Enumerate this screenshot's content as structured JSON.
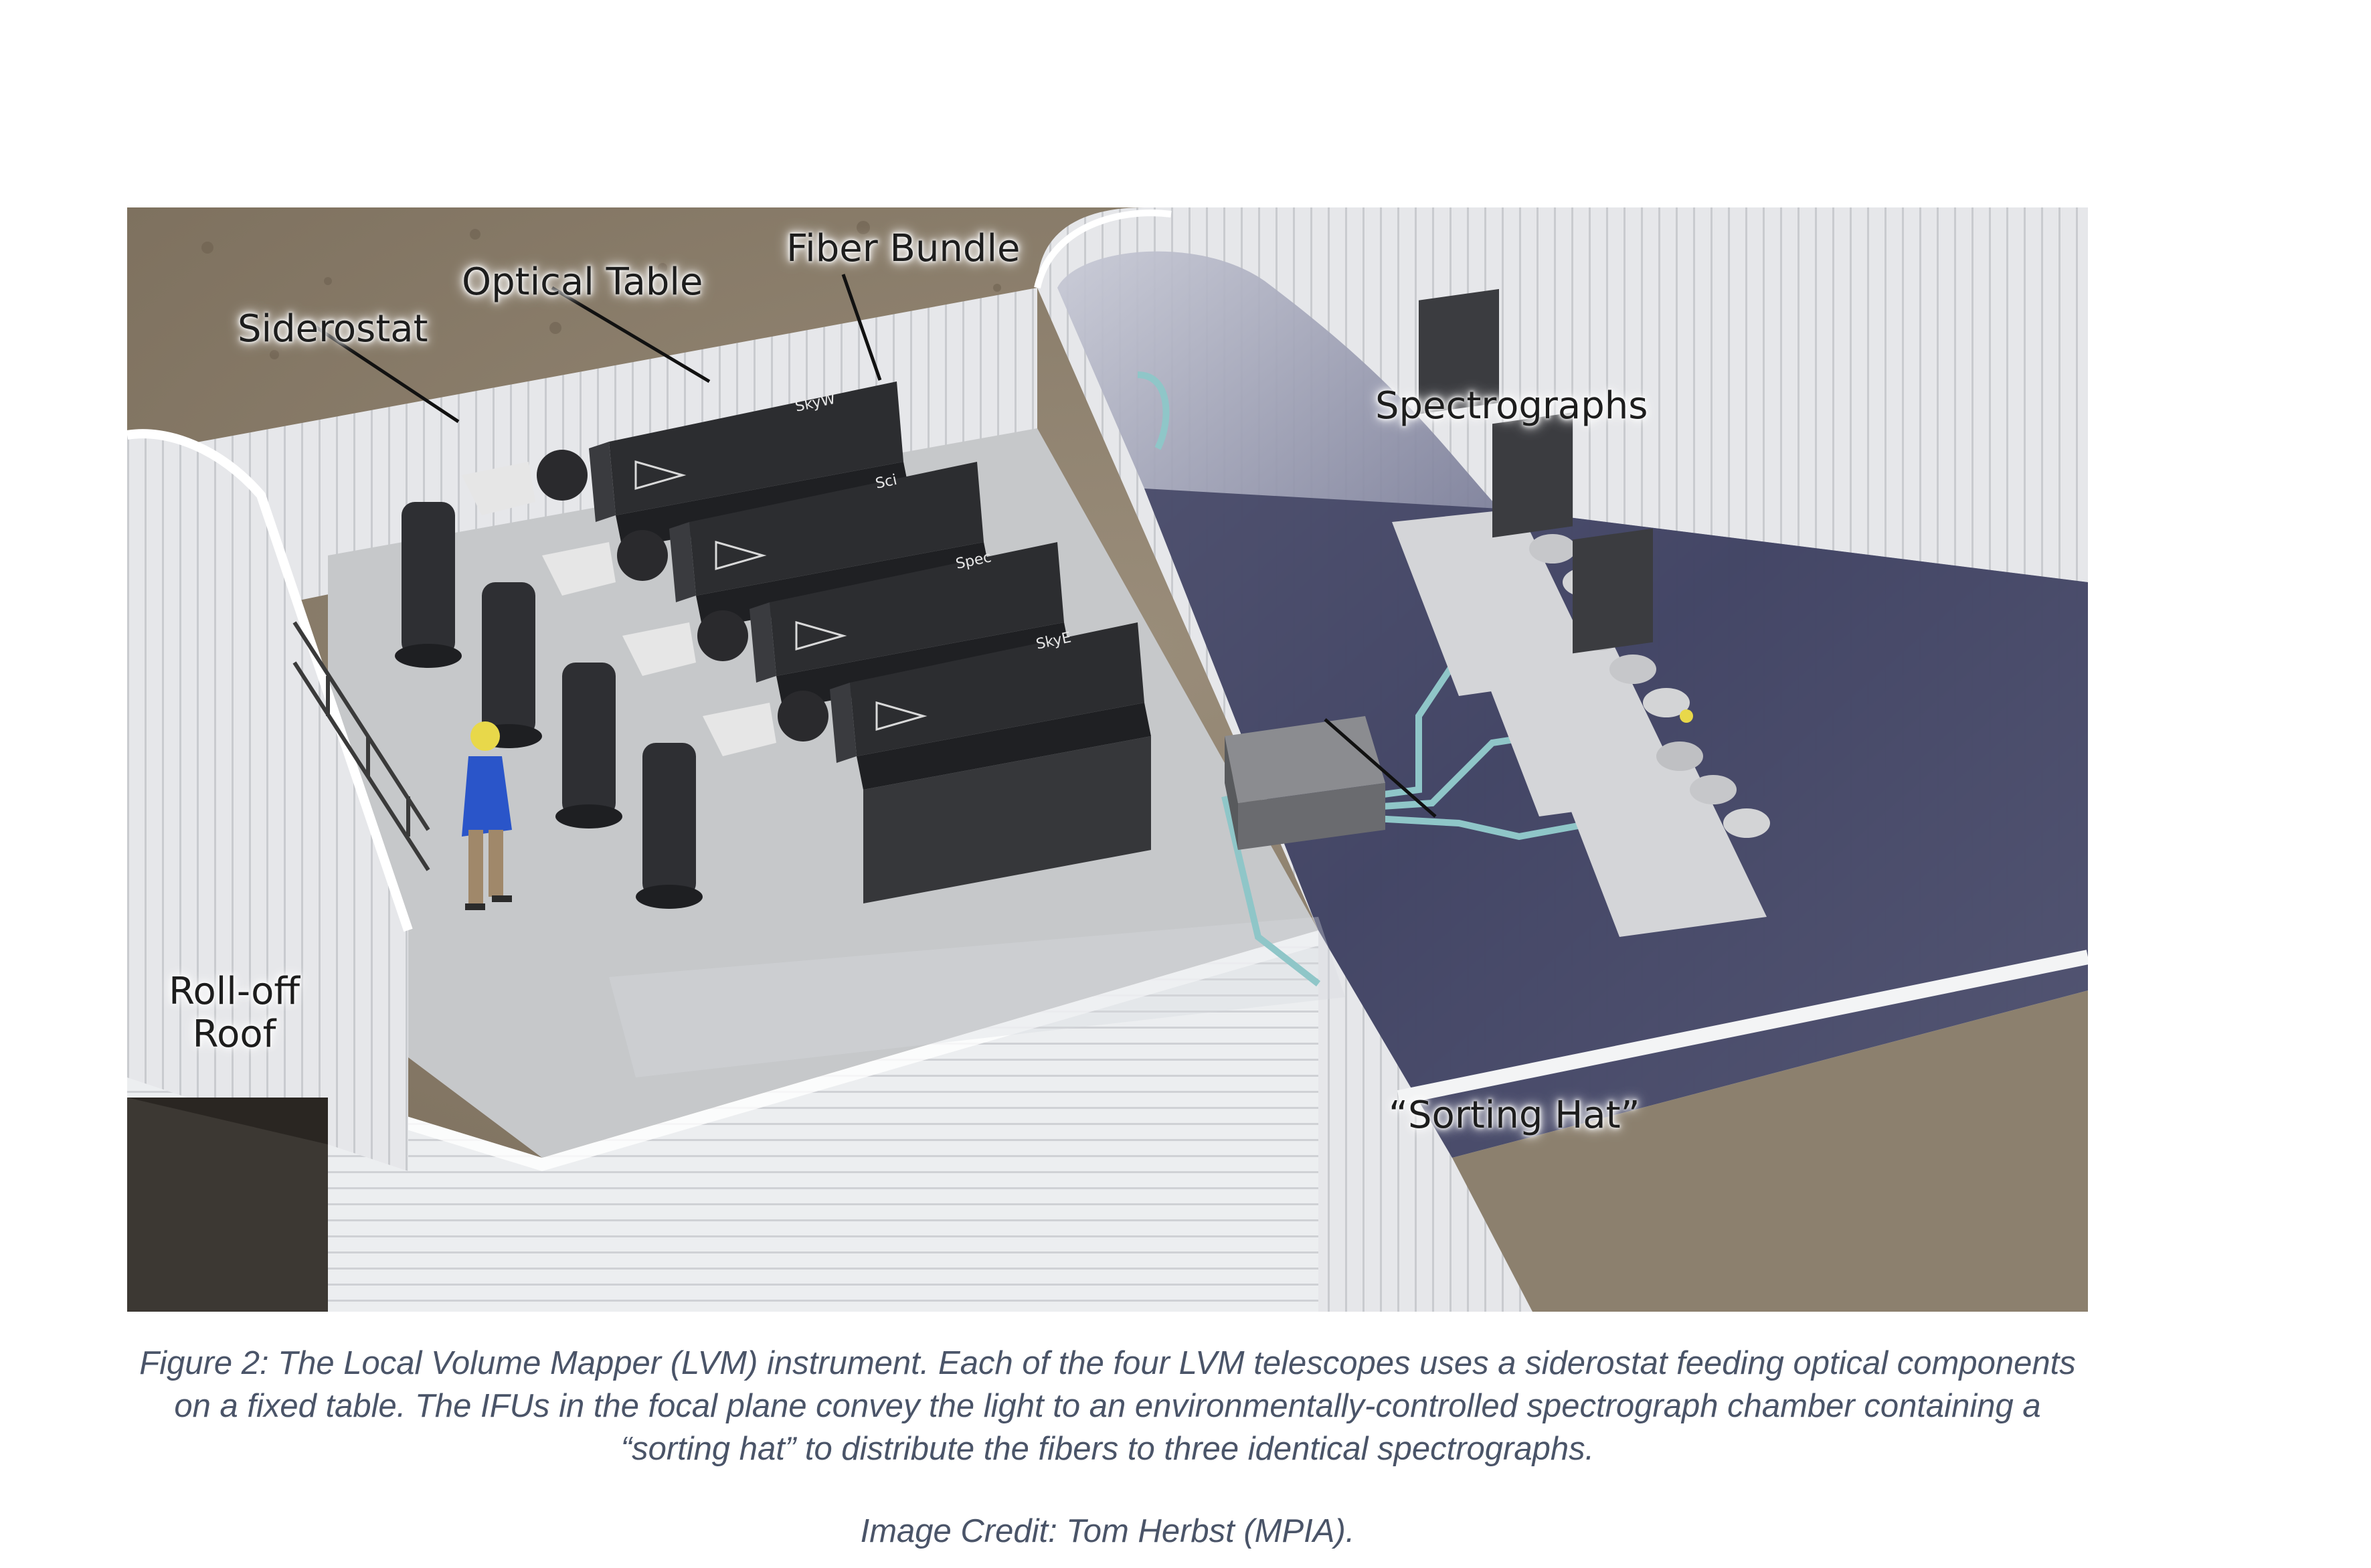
{
  "figure": {
    "labels": {
      "siderostat": "Siderostat",
      "optical_table": "Optical Table",
      "fiber_bundle": "Fiber Bundle",
      "spectrographs": "Spectrographs",
      "roll_off_roof_line1": "Roll-off",
      "roll_off_roof_line2": "Roof",
      "sorting_hat": "“Sorting Hat”"
    },
    "telescope_labels": [
      "SkyW",
      "Sci",
      "Spec",
      "SkyE"
    ]
  },
  "caption": {
    "text": "Figure 2: The Local Volume Mapper (LVM) instrument. Each of the four LVM telescopes uses a siderostat feeding optical components on a fixed table. The IFUs in the focal plane convey the light to an environmentally-controlled spectrograph chamber containing a “sorting hat” to distribute the fibers to three identical spectrographs.",
    "credit": "Image Credit: Tom Herbst (MPIA)."
  },
  "colors": {
    "ground": "#8a7c6a",
    "building_white": "#e9eaec",
    "floor_gray": "#b9bbbd",
    "chamber_purple": "#3d3f5a",
    "telescope_black": "#2c2d30",
    "fiber_teal": "#8fc6c8",
    "person_blue": "#2a55c9",
    "hardhat_yellow": "#e8d84a",
    "caption_color": "#4a5468"
  }
}
